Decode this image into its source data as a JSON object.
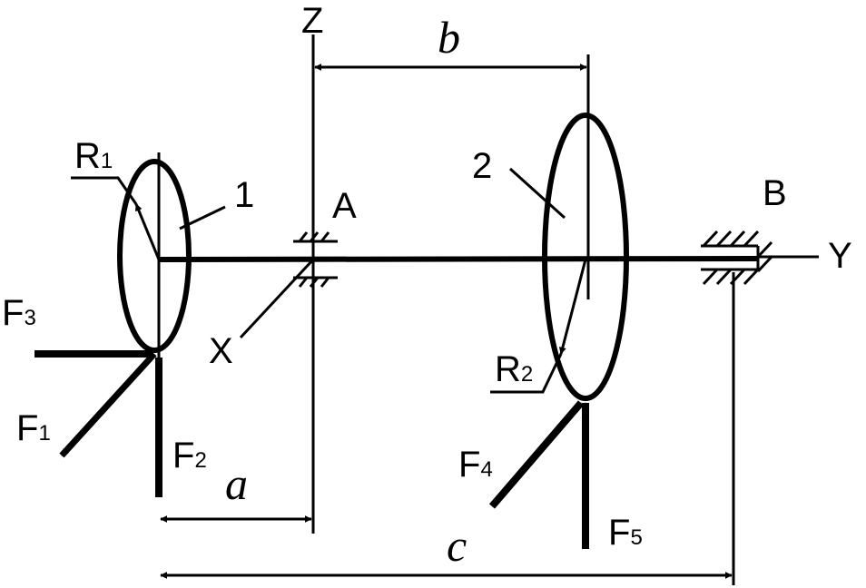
{
  "axes": {
    "z": "Z",
    "y": "Y",
    "x": "X"
  },
  "supports": {
    "a": "A",
    "b": "B"
  },
  "dimensions": {
    "a": "a",
    "b": "b",
    "c": "c"
  },
  "disks": {
    "disk1": "1",
    "disk2": "2"
  },
  "radii": {
    "r1": {
      "main": "R",
      "sub": "1"
    },
    "r2": {
      "main": "R",
      "sub": "2"
    }
  },
  "forces": {
    "f1": {
      "main": "F",
      "sub": "1"
    },
    "f2": {
      "main": "F",
      "sub": "2"
    },
    "f3": {
      "main": "F",
      "sub": "3"
    },
    "f4": {
      "main": "F",
      "sub": "4"
    },
    "f5": {
      "main": "F",
      "sub": "5"
    }
  }
}
